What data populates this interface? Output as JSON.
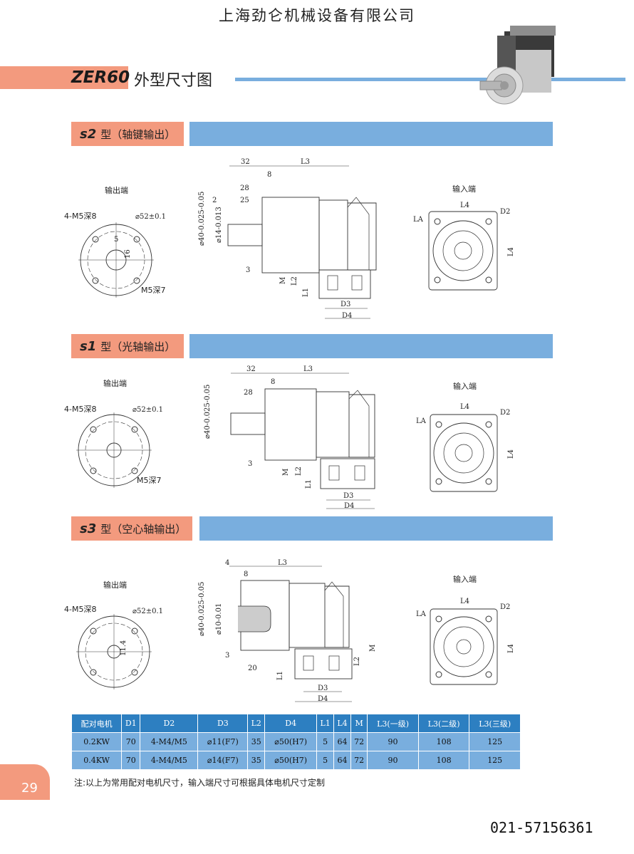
{
  "header": {
    "company": "上海劲仑机械设备有限公司"
  },
  "title": {
    "model": "ZER60",
    "text": "外型尺寸图"
  },
  "sections": [
    {
      "code": "s2",
      "label": "型（轴键输出）"
    },
    {
      "code": "s1",
      "label": "型（光轴输出）"
    },
    {
      "code": "s3",
      "label": "型（空心轴输出）"
    }
  ],
  "labels": {
    "output_end": "输出端",
    "input_end": "输入端",
    "bolt_holes": "4-M5深8",
    "pcd": "⌀52±0.1",
    "tap": "M5深7",
    "shaft_dia": "⌀40-0.025-0.05",
    "shaft_dia_s2": "⌀14-0.013",
    "shaft_dia_s3": "⌀10-0.01"
  },
  "dims": {
    "d32": "32",
    "d28": "28",
    "d25": "25",
    "d8": "8",
    "d2": "2",
    "d3": "3",
    "d5": "5",
    "d16": "16",
    "d4": "4",
    "d20": "20",
    "d114": "11.4",
    "L1": "L1",
    "L2": "L2",
    "L3": "L3",
    "L4": "L4",
    "D2": "D2",
    "D3": "D3",
    "D4": "D4",
    "LA": "LA",
    "M": "M"
  },
  "table": {
    "headers": [
      "配对电机",
      "D1",
      "D2",
      "D3",
      "L2",
      "D4",
      "L1",
      "L4",
      "M",
      "L3(一级)",
      "L3(二级)",
      "L3(三级)"
    ],
    "rows": [
      [
        "0.2KW",
        "70",
        "4-M4/M5",
        "⌀11(F7)",
        "35",
        "⌀50(H7)",
        "5",
        "64",
        "72",
        "90",
        "108",
        "125"
      ],
      [
        "0.4KW",
        "70",
        "4-M4/M5",
        "⌀14(F7)",
        "35",
        "⌀50(H7)",
        "5",
        "64",
        "72",
        "90",
        "108",
        "125"
      ]
    ]
  },
  "note": "注:以上为常用配对电机尺寸，输入端尺寸可根据具体电机尺寸定制",
  "page_number": "29",
  "phone": "021-57156361",
  "colors": {
    "salmon": "#f39a7e",
    "blue_bar": "#79aede",
    "table_header": "#2d7fc1"
  }
}
